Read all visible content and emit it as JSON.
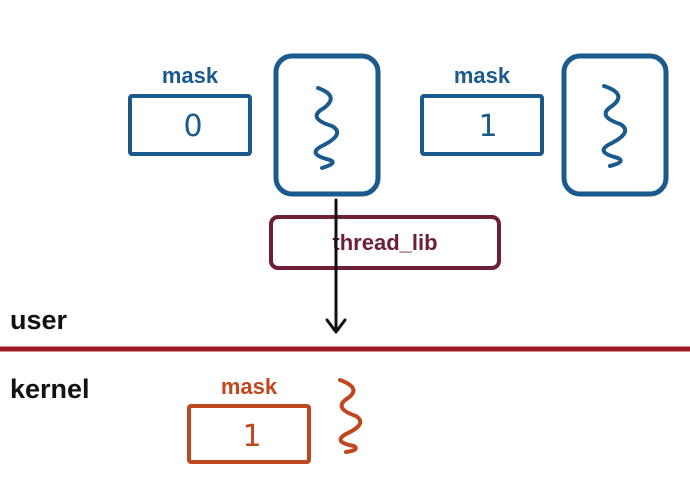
{
  "colors": {
    "user_thread": "#1a5a8c",
    "kernel_thread": "#c0461e",
    "library": "#6e1f33",
    "boundary": "#9b1c24",
    "arrow": "#111111"
  },
  "user_threads": [
    {
      "mask_label": "mask",
      "mask_value": "0",
      "icon": "thread-squiggle-icon"
    },
    {
      "mask_label": "mask",
      "mask_value": "1",
      "icon": "thread-squiggle-icon"
    }
  ],
  "library": {
    "label": "thread_lib"
  },
  "regions": {
    "user_label": "user",
    "kernel_label": "kernel"
  },
  "kernel_thread": {
    "mask_label": "mask",
    "mask_value": "1",
    "icon": "thread-squiggle-icon"
  }
}
